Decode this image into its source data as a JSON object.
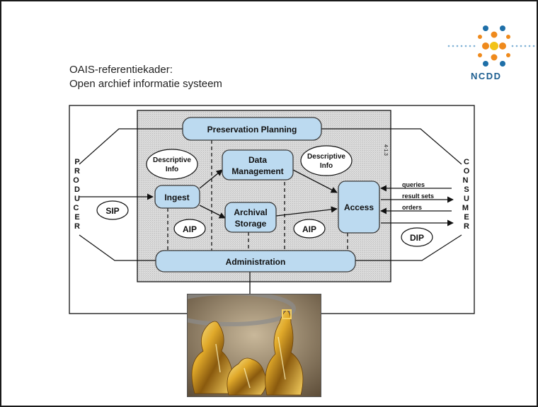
{
  "slide": {
    "title_line1": "OAIS-referentiekader:",
    "title_line2": "Open archief informatie systeem"
  },
  "logo": {
    "text": "NCDD"
  },
  "diagram": {
    "producer": "PRODUCER",
    "consumer": "CONSUMER",
    "preservation_planning": "Preservation Planning",
    "data_management": [
      "Data",
      "Management"
    ],
    "descriptive_info_left": [
      "Descriptive",
      "Info"
    ],
    "descriptive_info_right": [
      "Descriptive",
      "Info"
    ],
    "ingest": "Ingest",
    "archival_storage": [
      "Archival",
      "Storage"
    ],
    "access": "Access",
    "administration": "Administration",
    "sip": "SIP",
    "aip_left": "AIP",
    "aip_right": "AIP",
    "dip": "DIP",
    "queries": "queries",
    "result_sets": "result sets",
    "orders": "orders",
    "page_ref": "4-1.3"
  },
  "photo": {
    "description_icon": "gold-foil-bags-photo"
  },
  "colors": {
    "box_fill": "#bcdaf0",
    "box_stroke": "#3a3a3a",
    "panel_fill": "#d4d4d4",
    "logo_blue": "#1e6fa8",
    "logo_orange": "#ef8a1c",
    "logo_yellow": "#f2c318"
  }
}
